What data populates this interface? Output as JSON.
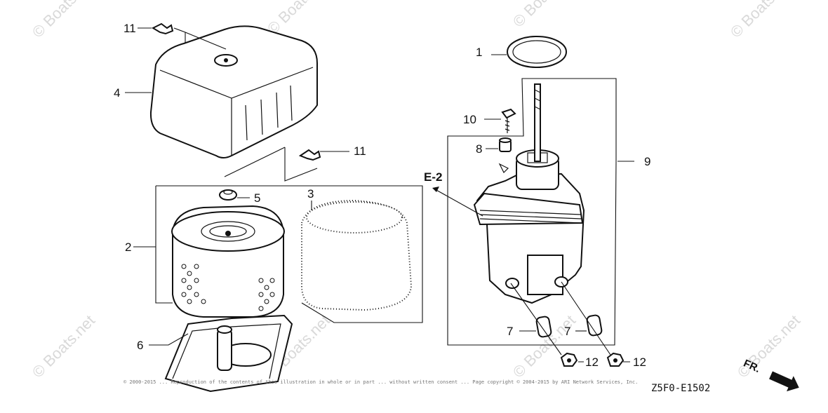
{
  "callouts": {
    "c1": "1",
    "c2": "2",
    "c3": "3",
    "c4": "4",
    "c5": "5",
    "c6": "6",
    "c7a": "7",
    "c7b": "7",
    "c8": "8",
    "c9": "9",
    "c10": "10",
    "c11a": "11",
    "c11b": "11",
    "c12a": "12",
    "c12b": "12"
  },
  "section_ref": "E-2",
  "direction_marker": "FR.",
  "diagram_code": "Z5F0-E1502",
  "watermark": "© Boats.net",
  "copyright_line": "© 2000-2015 ... Reproduction of the contents of this illustration in whole or in part ... without written consent ... Page copyright © 2004-2015 by ARI Network Services, Inc."
}
